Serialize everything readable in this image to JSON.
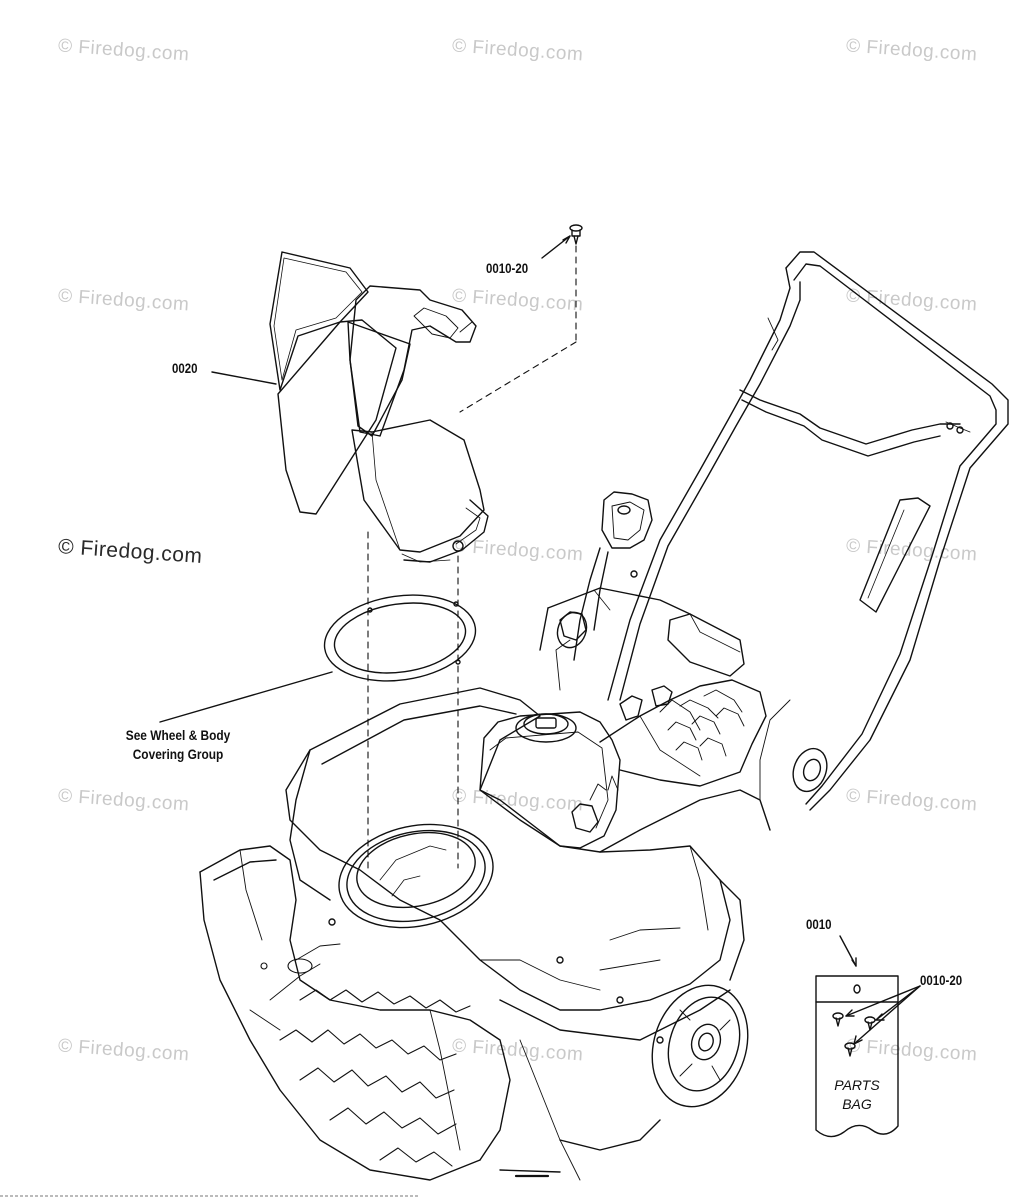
{
  "watermark": {
    "text": "© Firedog.com"
  },
  "callouts": {
    "screw_top": "0010-20",
    "chute": "0020",
    "parts_bag": "0010",
    "screw_bag": "0010-20"
  },
  "note": {
    "line1": "See Wheel & Body",
    "line2": "Covering Group"
  },
  "bag_label": {
    "line1": "PARTS",
    "line2": "BAG"
  }
}
